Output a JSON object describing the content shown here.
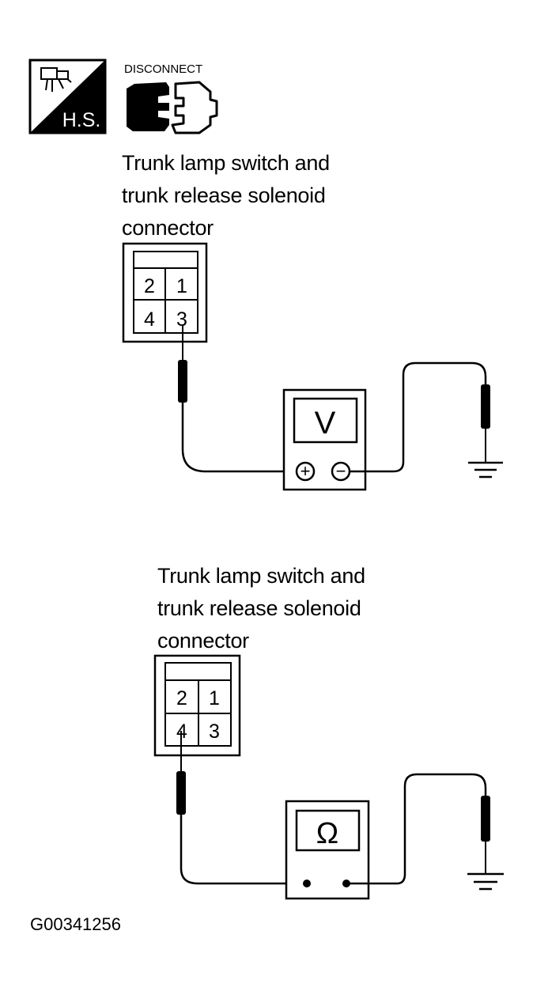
{
  "header": {
    "hs_icon_label": "H.S.",
    "disconnect_label": "DISCONNECT"
  },
  "diagram_top": {
    "connector_label": [
      "Trunk lamp switch and",
      "trunk release solenoid",
      "connector"
    ],
    "pins": [
      "2",
      "1",
      "4",
      "3"
    ],
    "meter_symbol": "V",
    "plus_symbol": "+",
    "minus_symbol": "−"
  },
  "diagram_bottom": {
    "connector_label": [
      "Trunk lamp switch and",
      "trunk release solenoid",
      "connector"
    ],
    "pins": [
      "2",
      "1",
      "4",
      "3"
    ],
    "meter_symbol": "Ω"
  },
  "figure_code": "G00341256"
}
